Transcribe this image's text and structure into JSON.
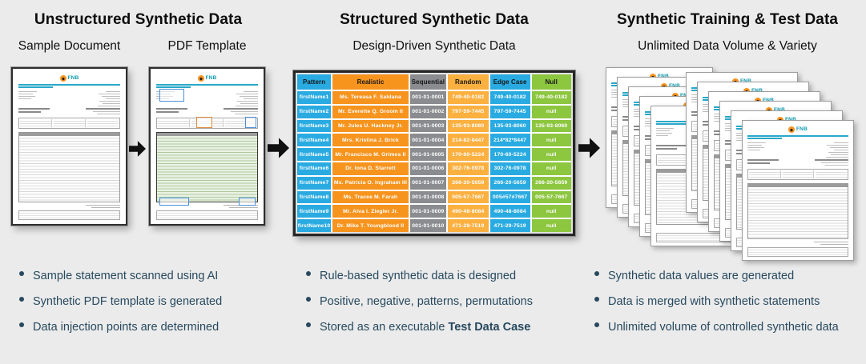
{
  "logo": {
    "text": "FNB"
  },
  "columns": [
    {
      "title": "Unstructured Synthetic Data",
      "subtitles": [
        "Sample Document",
        "PDF Template"
      ],
      "bullets": [
        {
          "text": "Sample statement scanned using AI",
          "bold": ""
        },
        {
          "text": "Synthetic PDF template is generated",
          "bold": ""
        },
        {
          "text": "Data injection points are determined",
          "bold": ""
        }
      ]
    },
    {
      "title": "Structured Synthetic Data",
      "subtitles": [
        "Design-Driven Synthetic Data"
      ],
      "bullets": [
        {
          "text": "Rule-based synthetic data is designed",
          "bold": ""
        },
        {
          "text": "Positive, negative, patterns, permutations",
          "bold": ""
        },
        {
          "text": "Stored as an executable ",
          "bold": "Test Data Case"
        }
      ]
    },
    {
      "title": "Synthetic Training & Test Data",
      "subtitles": [
        "Unlimited Data Volume & Variety"
      ],
      "bullets": [
        {
          "text": "Synthetic data values are generated",
          "bold": ""
        },
        {
          "text": "Data is merged with synthetic statements",
          "bold": ""
        },
        {
          "text": "Unlimited volume of controlled synthetic data",
          "bold": ""
        }
      ]
    }
  ],
  "chart_data": {
    "type": "table",
    "title": "Design-Driven Synthetic Data",
    "headers": [
      "Pattern",
      "Realistic",
      "Sequential",
      "Random",
      "Edge Case",
      "Null"
    ],
    "rows": [
      [
        "firstName1",
        "Ms. Tereasa F. Saldana",
        "001-01-0001",
        "749-40-0182",
        "749-40-0182",
        "749-40-0182"
      ],
      [
        "firstName2",
        "Mr. Everette Q. Groom II",
        "001-01-0002",
        "797-59-7445",
        "797-59-7445",
        "null"
      ],
      [
        "firstName3",
        "Mr. Jules U. Hackney Jr.",
        "001-01-0003",
        "135-93-8060",
        "135-93-8060",
        "135-93-8060"
      ],
      [
        "firstName4",
        "Mrs. Kristina J. Brick",
        "001-01-0004",
        "214-82-8447",
        "214*82*8447",
        "null"
      ],
      [
        "firstName5",
        "Mr. Francisco M. Grimes II",
        "001-01-0005",
        "170-60-5224",
        "170-60-5224",
        "null"
      ],
      [
        "firstName6",
        "Dr. Iona D. Starrett",
        "001-01-0006",
        "302-76-0978",
        "302-76-0978",
        "null"
      ],
      [
        "firstName7",
        "Ms. Patricia O. Ingraham III",
        "001-01-0007",
        "266-20-5659",
        "266-20-5659",
        "266-20-5659"
      ],
      [
        "firstName8",
        "Ms. Tracee M. Farah",
        "001-01-0008",
        "005-57-7667",
        "005#57#7667",
        "005-57-7667"
      ],
      [
        "firstName9",
        "Mr. Alva I. Ziegler Jr.",
        "001-01-0009",
        "490-48-8084",
        "490-48-8084",
        "null"
      ],
      [
        "firstName10",
        "Dr. Mike T. Youngblood II",
        "001-01-0010",
        "471-29-7519",
        "471-29-7519",
        "null"
      ]
    ]
  },
  "colors": {
    "background": "#EBEBEB",
    "arrow": "#111111",
    "bullet_text": "#27495E",
    "accent_teal": "#29A8C8",
    "brand_orange": "#F7941E",
    "col_pattern": "#29ABE2",
    "col_realistic": "#F7941E",
    "col_sequential": "#8A8C8F",
    "col_random": "#FBB040",
    "col_edge": "#29ABE2",
    "col_null": "#8DC63F"
  }
}
